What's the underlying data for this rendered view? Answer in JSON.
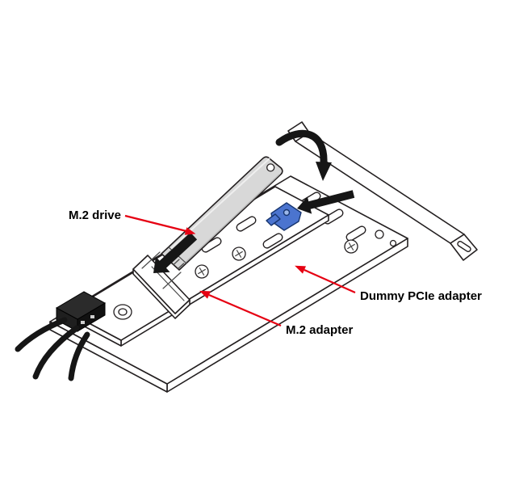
{
  "diagram": {
    "labels": {
      "m2_drive": "M.2 drive",
      "m2_adapter": "M.2 adapter",
      "dummy_pcie_adapter": "Dummy PCIe adapter"
    },
    "colors": {
      "callout_red": "#e60012",
      "clip_blue": "#4b74cf",
      "clip_blue_light": "#9db8ea",
      "drive_gray": "#d8d8d8",
      "line_black": "#161616",
      "background": "#ffffff"
    }
  }
}
